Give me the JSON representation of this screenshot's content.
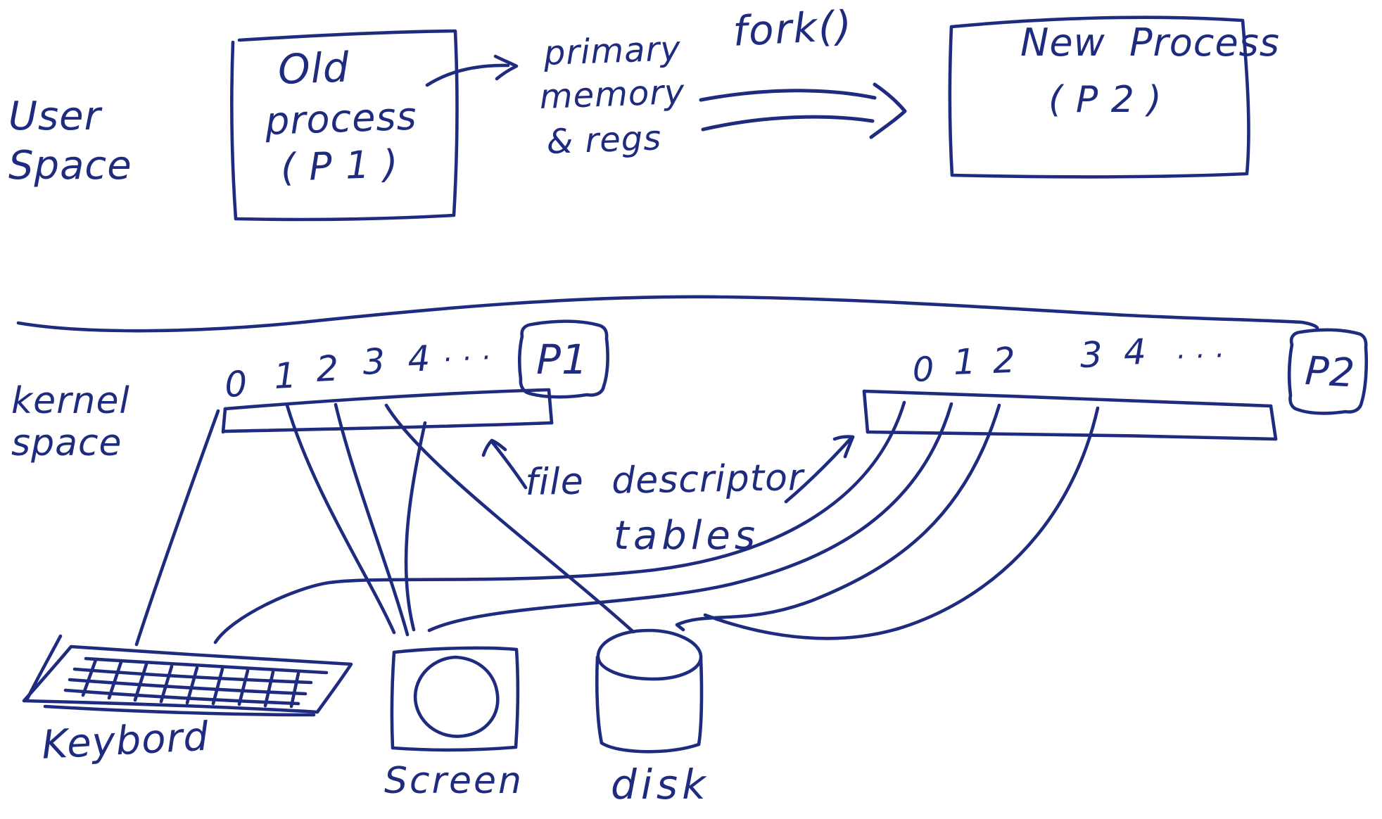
{
  "ink_color": "#1e2b7e",
  "user_space": {
    "line1": "User",
    "line2": "Space"
  },
  "old_process": {
    "line1": "Old",
    "line2": "process",
    "line3": "( P 1 )"
  },
  "memory_note": {
    "line1": "primary",
    "line2": "memory",
    "line3": "& regs"
  },
  "fork_label": "fork()",
  "new_process": {
    "line1": "New Process",
    "line2": "( P 2 )"
  },
  "kernel_space": {
    "line1": "kernel",
    "line2": "space"
  },
  "fd_tables": {
    "caption_line1": "file descriptor",
    "caption_line2": "tables",
    "p1": {
      "tag": "P1",
      "indices": [
        "0",
        "1",
        "2",
        "3",
        "4",
        "· · ·"
      ]
    },
    "p2": {
      "tag": "P2",
      "indices": [
        "0",
        "1",
        "2",
        "3",
        "4",
        "· · ·"
      ]
    }
  },
  "devices": {
    "keyboard_label": "Keybord",
    "screen_label": "Screen",
    "disk_label": "disk"
  }
}
